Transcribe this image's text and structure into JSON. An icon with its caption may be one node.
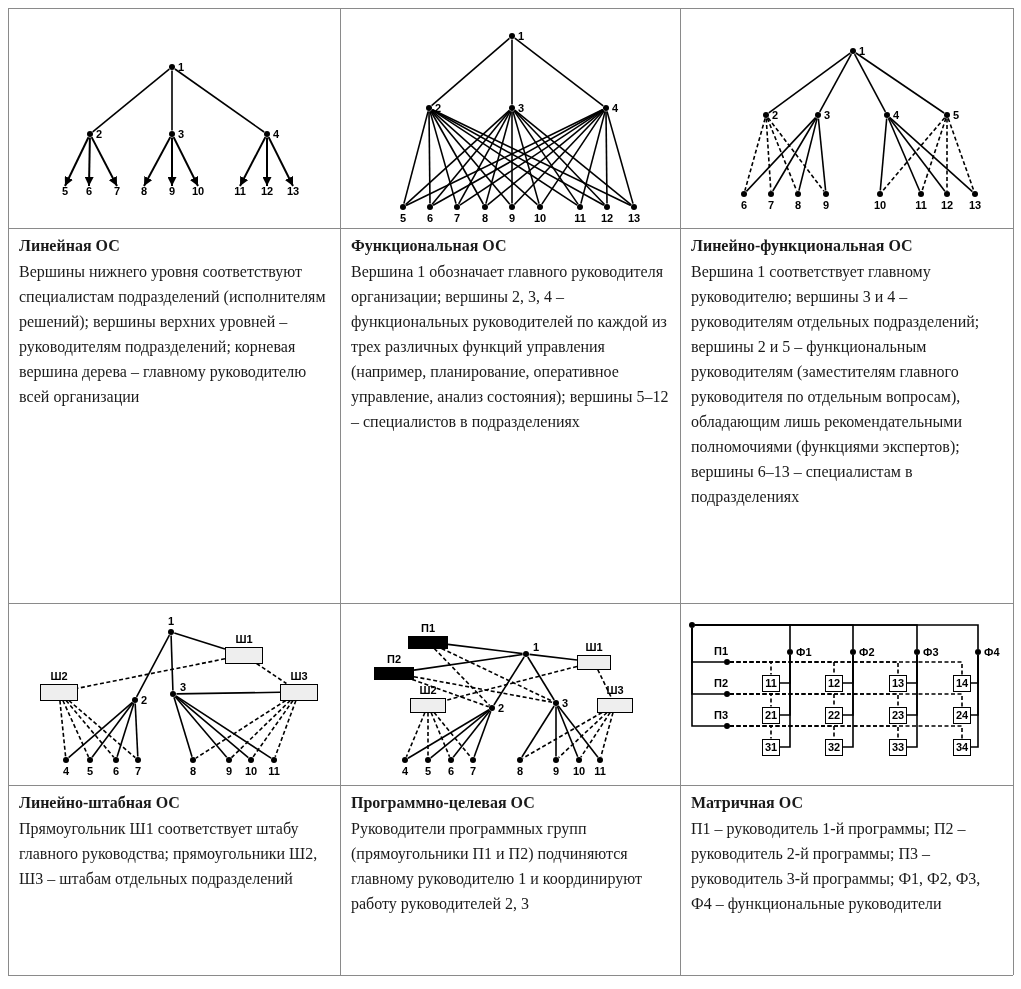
{
  "diagram": {
    "nodes": [
      {
        "text": [
          "1"
        ]
      },
      {
        "text": [
          "2"
        ]
      },
      {
        "text": [
          "3"
        ]
      },
      {
        "text": [
          "4"
        ]
      },
      {
        "text": [
          "5"
        ]
      },
      {
        "text": [
          "6"
        ]
      },
      {
        "text": [
          "7"
        ]
      },
      {
        "text": [
          "8"
        ]
      },
      {
        "text": [
          "9"
        ]
      },
      {
        "text": [
          "10"
        ]
      },
      {
        "text": [
          "11"
        ]
      },
      {
        "text": [
          "12"
        ]
      },
      {
        "text": [
          "13"
        ]
      },
      {
        "text": [
          "1"
        ]
      },
      {
        "text": [
          "2"
        ]
      },
      {
        "text": [
          "3"
        ]
      },
      {
        "text": [
          "4"
        ]
      },
      {
        "text": [
          "5"
        ]
      },
      {
        "text": [
          "6"
        ]
      },
      {
        "text": [
          "7"
        ]
      },
      {
        "text": [
          "8"
        ]
      },
      {
        "text": [
          "9"
        ]
      },
      {
        "text": [
          "10"
        ]
      },
      {
        "text": [
          "11"
        ]
      },
      {
        "text": [
          "12"
        ]
      },
      {
        "text": [
          "13"
        ]
      },
      {
        "text": [
          "1"
        ]
      },
      {
        "text": [
          "2"
        ]
      },
      {
        "text": [
          "3"
        ]
      },
      {
        "text": [
          "4"
        ]
      },
      {
        "text": [
          "5"
        ]
      },
      {
        "text": [
          "6"
        ]
      },
      {
        "text": [
          "7"
        ]
      },
      {
        "text": [
          "8"
        ]
      },
      {
        "text": [
          "9"
        ]
      },
      {
        "text": [
          "10"
        ]
      },
      {
        "text": [
          "11"
        ]
      },
      {
        "text": [
          "12"
        ]
      },
      {
        "text": [
          "13"
        ]
      },
      {
        "text": [
          "1"
        ]
      },
      {
        "text": [
          "Ш1"
        ]
      },
      {
        "text": [
          "Ш2"
        ]
      },
      {
        "text": [
          "2"
        ]
      },
      {
        "text": [
          "3"
        ]
      },
      {
        "text": [
          "Ш3"
        ]
      },
      {
        "text": [
          "4"
        ]
      },
      {
        "text": [
          "5"
        ]
      },
      {
        "text": [
          "6"
        ]
      },
      {
        "text": [
          "7"
        ]
      },
      {
        "text": [
          "8"
        ]
      },
      {
        "text": [
          "9"
        ]
      },
      {
        "text": [
          "10"
        ]
      },
      {
        "text": [
          "11"
        ]
      },
      {
        "text": [
          "П1"
        ]
      },
      {
        "text": [
          "1"
        ]
      },
      {
        "text": [
          "Ш1"
        ]
      },
      {
        "text": [
          "П2"
        ]
      },
      {
        "text": [
          "Ш2"
        ]
      },
      {
        "text": [
          "2"
        ]
      },
      {
        "text": [
          "3"
        ]
      },
      {
        "text": [
          "Ш3"
        ]
      },
      {
        "text": [
          "4"
        ]
      },
      {
        "text": [
          "5"
        ]
      },
      {
        "text": [
          "6"
        ]
      },
      {
        "text": [
          "7"
        ]
      },
      {
        "text": [
          "8"
        ]
      },
      {
        "text": [
          "9"
        ]
      },
      {
        "text": [
          "10"
        ]
      },
      {
        "text": [
          "11"
        ]
      },
      {
        "text": [],
        "shape": "circle"
      },
      {
        "text": [
          "П1"
        ]
      },
      {
        "text": [
          "Ф1"
        ]
      },
      {
        "text": [
          "Ф2"
        ]
      },
      {
        "text": [
          "Ф3"
        ]
      },
      {
        "text": [
          "Ф4"
        ]
      },
      {
        "text": [
          "11"
        ]
      },
      {
        "text": [
          "12"
        ]
      },
      {
        "text": [
          "13"
        ]
      },
      {
        "text": [
          "14"
        ]
      },
      {
        "text": [
          "П2"
        ]
      },
      {
        "text": [
          "21"
        ]
      },
      {
        "text": [
          "22"
        ]
      },
      {
        "text": [
          "23"
        ]
      },
      {
        "text": [
          "24"
        ]
      },
      {
        "text": [
          "П3"
        ]
      },
      {
        "text": [
          "31"
        ]
      },
      {
        "text": [
          "32"
        ]
      },
      {
        "text": [
          "33"
        ]
      },
      {
        "text": [
          "34"
        ]
      }
    ],
    "edges": [
      {
        "from": 0,
        "to": 1,
        "arrow": "none"
      },
      {
        "from": 0,
        "to": 2,
        "arrow": "none"
      },
      {
        "from": 0,
        "to": 3,
        "arrow": "none"
      },
      {
        "from": 1,
        "to": 4,
        "arrow": "to"
      },
      {
        "from": 1,
        "to": 5,
        "arrow": "to"
      },
      {
        "from": 1,
        "to": 6,
        "arrow": "to"
      },
      {
        "from": 2,
        "to": 7,
        "arrow": "to"
      },
      {
        "from": 2,
        "to": 8,
        "arrow": "to"
      },
      {
        "from": 2,
        "to": 9,
        "arrow": "to"
      },
      {
        "from": 3,
        "to": 10,
        "arrow": "to"
      },
      {
        "from": 3,
        "to": 11,
        "arrow": "to"
      },
      {
        "from": 3,
        "to": 12,
        "arrow": "to"
      },
      {
        "from": 13,
        "to": 14,
        "arrow": "none"
      },
      {
        "from": 13,
        "to": 15,
        "arrow": "none"
      },
      {
        "from": 13,
        "to": 16,
        "arrow": "none"
      },
      {
        "from": 14,
        "to": 17,
        "arrow": "none"
      },
      {
        "from": 14,
        "to": 18,
        "arrow": "none"
      },
      {
        "from": 14,
        "to": 19,
        "arrow": "none"
      },
      {
        "from": 14,
        "to": 20,
        "arrow": "none"
      },
      {
        "from": 14,
        "to": 21,
        "arrow": "none"
      },
      {
        "from": 14,
        "to": 22,
        "arrow": "none"
      },
      {
        "from": 14,
        "to": 23,
        "arrow": "none"
      },
      {
        "from": 14,
        "to": 24,
        "arrow": "none"
      },
      {
        "from": 14,
        "to": 25,
        "arrow": "none"
      },
      {
        "from": 15,
        "to": 17,
        "arrow": "none"
      },
      {
        "from": 15,
        "to": 18,
        "arrow": "none"
      },
      {
        "from": 15,
        "to": 19,
        "arrow": "none"
      },
      {
        "from": 15,
        "to": 20,
        "arrow": "none"
      },
      {
        "from": 15,
        "to": 21,
        "arrow": "none"
      },
      {
        "from": 15,
        "to": 22,
        "arrow": "none"
      },
      {
        "from": 15,
        "to": 23,
        "arrow": "none"
      },
      {
        "from": 15,
        "to": 24,
        "arrow": "none"
      },
      {
        "from": 15,
        "to": 25,
        "arrow": "none"
      },
      {
        "from": 16,
        "to": 17,
        "arrow": "none"
      },
      {
        "from": 16,
        "to": 18,
        "arrow": "none"
      },
      {
        "from": 16,
        "to": 19,
        "arrow": "none"
      },
      {
        "from": 16,
        "to": 20,
        "arrow": "none"
      },
      {
        "from": 16,
        "to": 21,
        "arrow": "none"
      },
      {
        "from": 16,
        "to": 22,
        "arrow": "none"
      },
      {
        "from": 16,
        "to": 23,
        "arrow": "none"
      },
      {
        "from": 16,
        "to": 24,
        "arrow": "none"
      },
      {
        "from": 16,
        "to": 25,
        "arrow": "none"
      },
      {
        "from": 26,
        "to": 27,
        "arrow": "none"
      },
      {
        "from": 26,
        "to": 28,
        "arrow": "none"
      },
      {
        "from": 26,
        "to": 29,
        "arrow": "none"
      },
      {
        "from": 26,
        "to": 30,
        "arrow": "none"
      },
      {
        "from": 27,
        "to": 31,
        "arrow": "none",
        "style": "dashed"
      },
      {
        "from": 27,
        "to": 32,
        "arrow": "none",
        "style": "dashed"
      },
      {
        "from": 27,
        "to": 33,
        "arrow": "none",
        "style": "dashed"
      },
      {
        "from": 27,
        "to": 34,
        "arrow": "none",
        "style": "dashed"
      },
      {
        "from": 28,
        "to": 31,
        "arrow": "none"
      },
      {
        "from": 28,
        "to": 32,
        "arrow": "none"
      },
      {
        "from": 28,
        "to": 33,
        "arrow": "none"
      },
      {
        "from": 28,
        "to": 34,
        "arrow": "none"
      },
      {
        "from": 29,
        "to": 35,
        "arrow": "none"
      },
      {
        "from": 29,
        "to": 36,
        "arrow": "none"
      },
      {
        "from": 29,
        "to": 37,
        "arrow": "none"
      },
      {
        "from": 29,
        "to": 38,
        "arrow": "none"
      },
      {
        "from": 30,
        "to": 35,
        "arrow": "none",
        "style": "dashed"
      },
      {
        "from": 30,
        "to": 36,
        "arrow": "none",
        "style": "dashed"
      },
      {
        "from": 30,
        "to": 37,
        "arrow": "none",
        "style": "dashed"
      },
      {
        "from": 30,
        "to": 38,
        "arrow": "none",
        "style": "dashed"
      },
      {
        "from": 39,
        "to": 40,
        "arrow": "none"
      },
      {
        "from": 39,
        "to": 42,
        "arrow": "none"
      },
      {
        "from": 39,
        "to": 43,
        "arrow": "none"
      },
      {
        "from": 40,
        "to": 41,
        "arrow": "none",
        "style": "dashed"
      },
      {
        "from": 40,
        "to": 44,
        "arrow": "none",
        "style": "dashed"
      },
      {
        "from": 43,
        "to": 44,
        "arrow": "none"
      },
      {
        "from": 42,
        "to": 45,
        "arrow": "none"
      },
      {
        "from": 42,
        "to": 46,
        "arrow": "none"
      },
      {
        "from": 42,
        "to": 47,
        "arrow": "none"
      },
      {
        "from": 42,
        "to": 48,
        "arrow": "none"
      },
      {
        "from": 41,
        "to": 45,
        "arrow": "none",
        "style": "dashed"
      },
      {
        "from": 41,
        "to": 46,
        "arrow": "none",
        "style": "dashed"
      },
      {
        "from": 41,
        "to": 47,
        "arrow": "none",
        "style": "dashed"
      },
      {
        "from": 41,
        "to": 48,
        "arrow": "none",
        "style": "dashed"
      },
      {
        "from": 43,
        "to": 49,
        "arrow": "none"
      },
      {
        "from": 43,
        "to": 50,
        "arrow": "none"
      },
      {
        "from": 43,
        "to": 51,
        "arrow": "none"
      },
      {
        "from": 43,
        "to": 52,
        "arrow": "none"
      },
      {
        "from": 44,
        "to": 49,
        "arrow": "none",
        "style": "dashed"
      },
      {
        "from": 44,
        "to": 50,
        "arrow": "none",
        "style": "dashed"
      },
      {
        "from": 44,
        "to": 51,
        "arrow": "none",
        "style": "dashed"
      },
      {
        "from": 44,
        "to": 52,
        "arrow": "none",
        "style": "dashed"
      },
      {
        "from": 53,
        "to": 54,
        "arrow": "none"
      },
      {
        "from": 56,
        "to": 54,
        "arrow": "none"
      },
      {
        "from": 54,
        "to": 55,
        "arrow": "none"
      },
      {
        "from": 54,
        "to": 58,
        "arrow": "none"
      },
      {
        "from": 54,
        "to": 59,
        "arrow": "none"
      },
      {
        "from": 55,
        "to": 57,
        "arrow": "none",
        "style": "dashed"
      },
      {
        "from": 55,
        "to": 60,
        "arrow": "none",
        "style": "dashed"
      },
      {
        "from": 53,
        "to": 58,
        "arrow": "none",
        "style": "dashed"
      },
      {
        "from": 53,
        "to": 59,
        "arrow": "none",
        "style": "dashed"
      },
      {
        "from": 56,
        "to": 58,
        "arrow": "none",
        "style": "dashed"
      },
      {
        "from": 56,
        "to": 59,
        "arrow": "none",
        "style": "dashed"
      },
      {
        "from": 58,
        "to": 61,
        "arrow": "none"
      },
      {
        "from": 58,
        "to": 62,
        "arrow": "none"
      },
      {
        "from": 58,
        "to": 63,
        "arrow": "none"
      },
      {
        "from": 58,
        "to": 64,
        "arrow": "none"
      },
      {
        "from": 57,
        "to": 61,
        "arrow": "none",
        "style": "dashed"
      },
      {
        "from": 57,
        "to": 62,
        "arrow": "none",
        "style": "dashed"
      },
      {
        "from": 57,
        "to": 63,
        "arrow": "none",
        "style": "dashed"
      },
      {
        "from": 57,
        "to": 64,
        "arrow": "none",
        "style": "dashed"
      },
      {
        "from": 59,
        "to": 65,
        "arrow": "none"
      },
      {
        "from": 59,
        "to": 66,
        "arrow": "none"
      },
      {
        "from": 59,
        "to": 67,
        "arrow": "none"
      },
      {
        "from": 59,
        "to": 68,
        "arrow": "none"
      },
      {
        "from": 60,
        "to": 65,
        "arrow": "none",
        "style": "dashed"
      },
      {
        "from": 60,
        "to": 66,
        "arrow": "none",
        "style": "dashed"
      },
      {
        "from": 60,
        "to": 67,
        "arrow": "none",
        "style": "dashed"
      },
      {
        "from": 60,
        "to": 68,
        "arrow": "none",
        "style": "dashed"
      },
      {
        "from": 69,
        "to": 70,
        "arrow": "none"
      },
      {
        "from": 69,
        "to": 79,
        "arrow": "none"
      },
      {
        "from": 69,
        "to": 84,
        "arrow": "none"
      },
      {
        "from": 69,
        "to": 71,
        "arrow": "none"
      },
      {
        "from": 69,
        "to": 72,
        "arrow": "none"
      },
      {
        "from": 69,
        "to": 73,
        "arrow": "none"
      },
      {
        "from": 69,
        "to": 74,
        "arrow": "none"
      },
      {
        "from": 70,
        "to": 75,
        "arrow": "none",
        "style": "dashed"
      },
      {
        "from": 70,
        "to": 76,
        "arrow": "none",
        "style": "dashed"
      },
      {
        "from": 70,
        "to": 77,
        "arrow": "none",
        "style": "dashed"
      },
      {
        "from": 70,
        "to": 78,
        "arrow": "none",
        "style": "dashed"
      },
      {
        "from": 79,
        "to": 80,
        "arrow": "none",
        "style": "dashed"
      },
      {
        "from": 79,
        "to": 81,
        "arrow": "none",
        "style": "dashed"
      },
      {
        "from": 79,
        "to": 82,
        "arrow": "none",
        "style": "dashed"
      },
      {
        "from": 79,
        "to": 83,
        "arrow": "none",
        "style": "dashed"
      },
      {
        "from": 84,
        "to": 85,
        "arrow": "none",
        "style": "dashed"
      },
      {
        "from": 84,
        "to": 86,
        "arrow": "none",
        "style": "dashed"
      },
      {
        "from": 84,
        "to": 87,
        "arrow": "none",
        "style": "dashed"
      },
      {
        "from": 84,
        "to": 88,
        "arrow": "none",
        "style": "dashed"
      },
      {
        "from": 71,
        "to": 75,
        "arrow": "none"
      },
      {
        "from": 71,
        "to": 80,
        "arrow": "none"
      },
      {
        "from": 71,
        "to": 85,
        "arrow": "none"
      },
      {
        "from": 72,
        "to": 76,
        "arrow": "none"
      },
      {
        "from": 72,
        "to": 81,
        "arrow": "none"
      },
      {
        "from": 72,
        "to": 86,
        "arrow": "none"
      },
      {
        "from": 73,
        "to": 77,
        "arrow": "none"
      },
      {
        "from": 73,
        "to": 82,
        "arrow": "none"
      },
      {
        "from": 73,
        "to": 87,
        "arrow": "none"
      },
      {
        "from": 74,
        "to": 78,
        "arrow": "none"
      },
      {
        "from": 74,
        "to": 83,
        "arrow": "none"
      },
      {
        "from": 74,
        "to": 88,
        "arrow": "none"
      }
    ],
    "labels": [
      "Линейная ОС",
      "Вершины нижнего уровня соответствуют специалистам подразделений (исполнителям решений); вершины верхних уровней – руководителям подразделений; корневая вершина дерева – главному руководителю всей организации",
      "Функциональная ОС",
      "Вершина 1 обозначает главного руководителя организации; вершины 2, 3, 4 – функциональных руководителей по каждой из трех различных функций управления (например, планирование, оперативное управление, анализ состояния); вершины 5–12 – специалистов в подразделениях",
      "Линейно-функциональная ОС",
      "Вершина 1 соответствует главному руководителю; вершины 3 и 4 – руководителям отдельных подразделений; вершины 2 и 5 – функциональным руководителям (заместителям главного руководителя по отдельным вопросам), обладающим лишь рекомендательными полномочиями (функциями экспертов); вершины 6–13 – специалистам в подразделениях",
      "Линейно-штабная ОС",
      "Прямоугольник Ш1 соответствует штабу главного руководства; прямоугольники Ш2, Ш3 – штабам отдельных подразделений",
      "Программно-целевая ОС",
      "Руководители программных групп (прямоугольники П1 и П2) подчиняются главному руководителю 1 и координируют работу руководителей 2, 3",
      "Матричная ОС",
      "П1 – руководитель 1-й программы; П2 – руководитель 2-й программы; П3 – руководитель 3-й программы; Ф1, Ф2, Ф3, Ф4 – функциональные руководители"
    ]
  }
}
